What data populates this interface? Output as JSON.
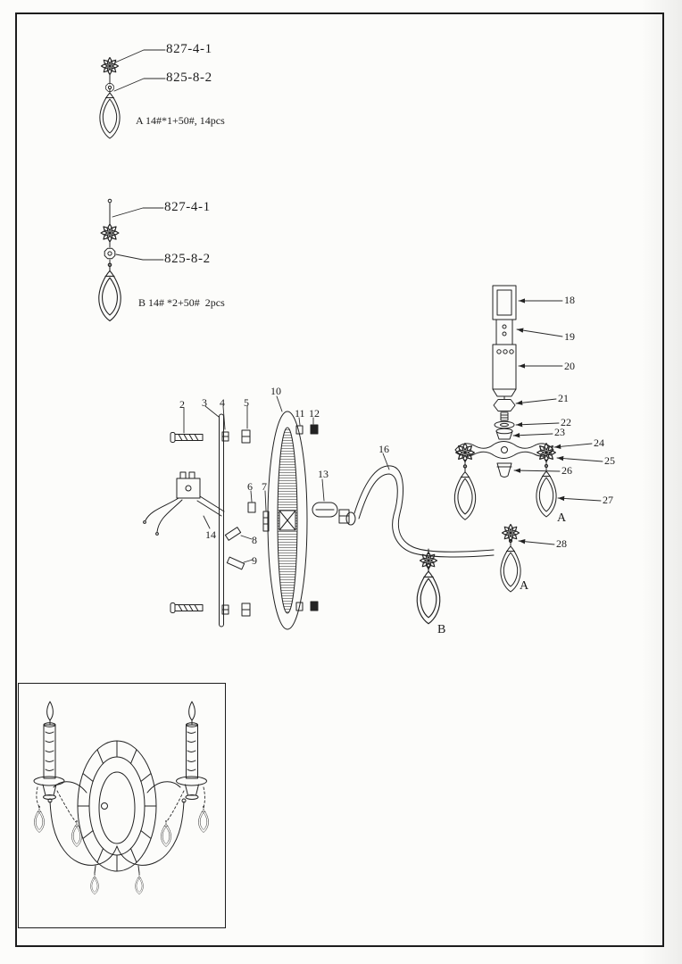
{
  "crystal_a": {
    "code_top": "827-4-1",
    "code_bottom": "825-8-2",
    "spec": "A 14#*1+50#, 14pcs"
  },
  "crystal_b": {
    "code_top": "827-4-1",
    "code_bottom": "825-8-2",
    "spec": "B 14# *2+50#  2pcs"
  },
  "parts": {
    "p2": "2",
    "p3": "3",
    "p4": "4",
    "p5": "5",
    "p6": "6",
    "p7": "7",
    "p8": "8",
    "p9": "9",
    "p10": "10",
    "p11": "11",
    "p12": "12",
    "p13": "13",
    "p14": "14",
    "p16": "16",
    "p18": "18",
    "p19": "19",
    "p20": "20",
    "p21": "21",
    "p22": "22",
    "p23": "23",
    "p24": "24",
    "p25": "25",
    "p26": "26",
    "p27": "27",
    "p28": "28"
  },
  "markers": {
    "a_right": "A",
    "a_mid": "A",
    "b_bottom": "B"
  },
  "colors": {
    "ink": "#222222",
    "paper": "#fcfcfa"
  }
}
